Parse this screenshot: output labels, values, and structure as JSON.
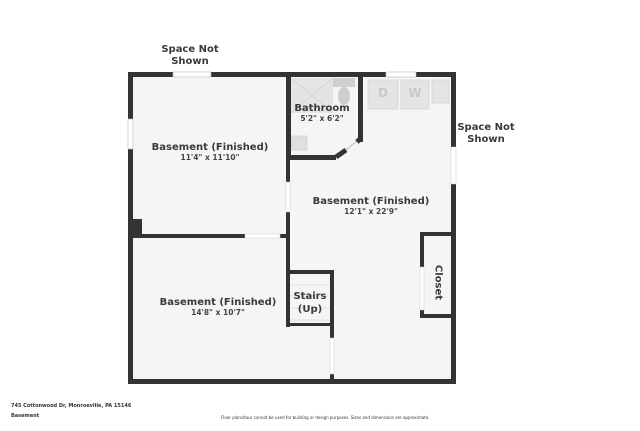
{
  "plan": {
    "wall_color": "#333333",
    "floor_color": "#f5f5f5",
    "fixture_color": "#e2e2e2"
  },
  "outside_labels": [
    {
      "line1": "Space Not",
      "line2": "Shown"
    },
    {
      "line1": "Space Not",
      "line2": "Shown"
    }
  ],
  "rooms": [
    {
      "name": "Basement (Finished)",
      "dims": "11'4\" x 11'10\""
    },
    {
      "name": "Bathroom",
      "dims": "5'2\" x 6'2\""
    },
    {
      "name": "Basement (Finished)",
      "dims": "12'1\" x 22'9\""
    },
    {
      "name": "Basement (Finished)",
      "dims": "14'8\" x 10'7\""
    },
    {
      "name": "Stairs",
      "name2": "(Up)"
    },
    {
      "name": "Closet"
    }
  ],
  "fixtures": {
    "dryer": "D",
    "washer": "W"
  },
  "footer": {
    "address": "745 Cottonwood Dr, Monroeville, PA 15146",
    "floor": "Basement",
    "disclaimer": "Floor plans/tour cannot be used for building or design purposes. Sizes and dimensions are approximate."
  }
}
